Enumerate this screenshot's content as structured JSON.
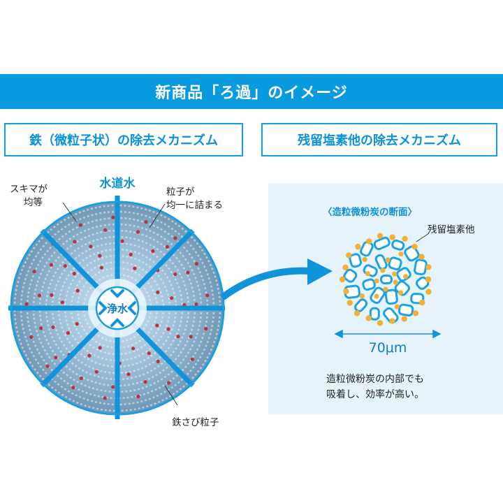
{
  "banner": {
    "title": "新商品「ろ過」のイメージ"
  },
  "sections": {
    "iron_title": "鉄（微粒子状）の除去メカニズム",
    "chlorine_title": "残留塩素他の除去メカニズム"
  },
  "left_diagram": {
    "tap_water": "水道水",
    "purified_water": "浄水",
    "label_gap_line1": "スキマが",
    "label_gap_line2": "均等",
    "label_particles_line1": "粒子が",
    "label_particles_line2": "均一に詰まる",
    "label_rust": "鉄さび粒子"
  },
  "right_diagram": {
    "section_title": "〈造粒微粉炭の断面〉",
    "label_chlorine": "残留塩素他",
    "scale": "70μm",
    "caption_line1": "造粒微粉炭の内部でも",
    "caption_line2": "吸着し、効率が高い。"
  },
  "colors": {
    "brand_blue": "#0a9ae0",
    "light_panel": "#e6f3fb",
    "rust_dot": "#c0303a",
    "chlorine_dot": "#f2b134"
  }
}
